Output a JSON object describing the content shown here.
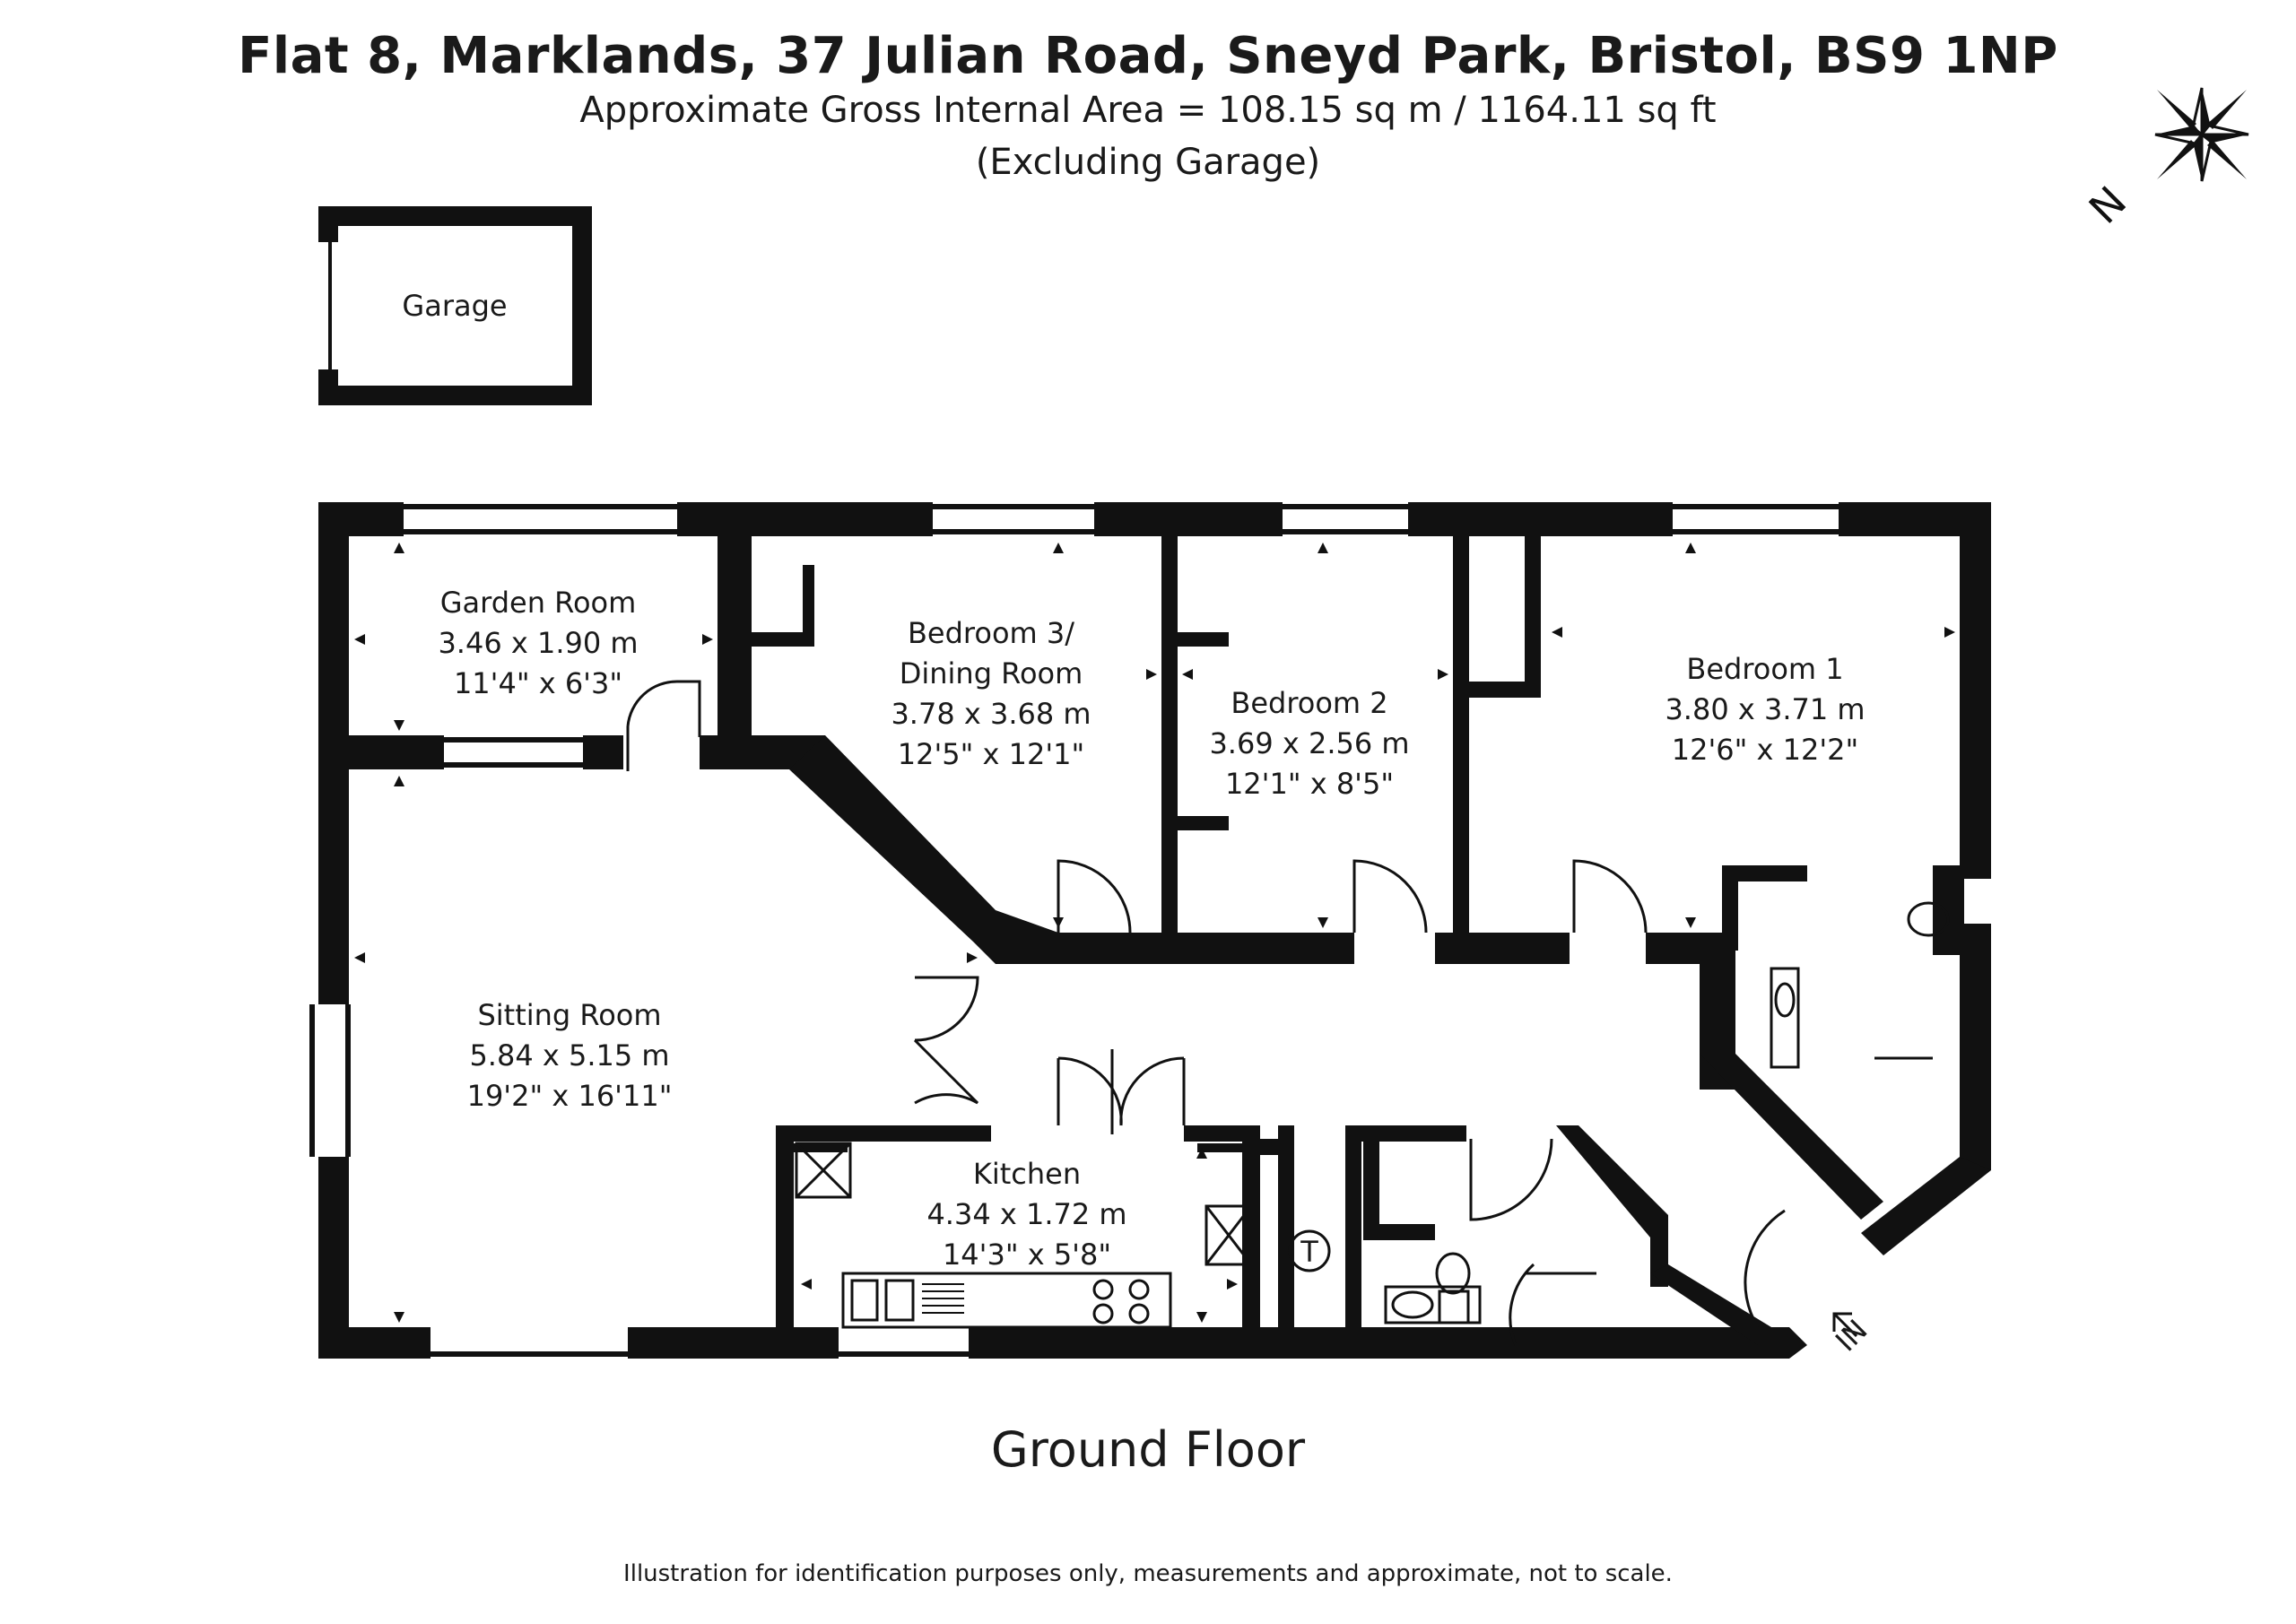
{
  "header": {
    "title": "Flat 8, Marklands, 37 Julian Road, Sneyd Park, Bristol, BS9 1NP",
    "area": "Approximate Gross Internal Area = 108.15 sq m / 1164.11 sq ft",
    "note": "(Excluding Garage)"
  },
  "compass": {
    "north_label": "N"
  },
  "rooms": {
    "garage": {
      "name": "Garage"
    },
    "garden_room": {
      "name": "Garden Room",
      "metric": "3.46 x 1.90 m",
      "imperial": "11'4\" x 6'3\""
    },
    "bedroom3": {
      "name": "Bedroom 3/",
      "name2": "Dining Room",
      "metric": "3.78 x 3.68 m",
      "imperial": "12'5\" x 12'1\""
    },
    "bedroom2": {
      "name": "Bedroom 2",
      "metric": "3.69 x 2.56 m",
      "imperial": "12'1\" x 8'5\""
    },
    "bedroom1": {
      "name": "Bedroom 1",
      "metric": "3.80 x 3.71 m",
      "imperial": "12'6\" x 12'2\""
    },
    "sitting_room": {
      "name": "Sitting Room",
      "metric": "5.84 x 5.15 m",
      "imperial": "19'2\" x 16'11\""
    },
    "kitchen": {
      "name": "Kitchen",
      "metric": "4.34 x 1.72 m",
      "imperial": "14'3\" x 5'8\""
    }
  },
  "fixtures": {
    "tank_label": "T",
    "entrance_label": "IN"
  },
  "floor_label": "Ground Floor",
  "disclaimer": "Illustration for identification purposes only, measurements and approximate, not to scale.",
  "colors": {
    "wall": "#111111",
    "background": "#ffffff",
    "window": "#ffffff"
  }
}
